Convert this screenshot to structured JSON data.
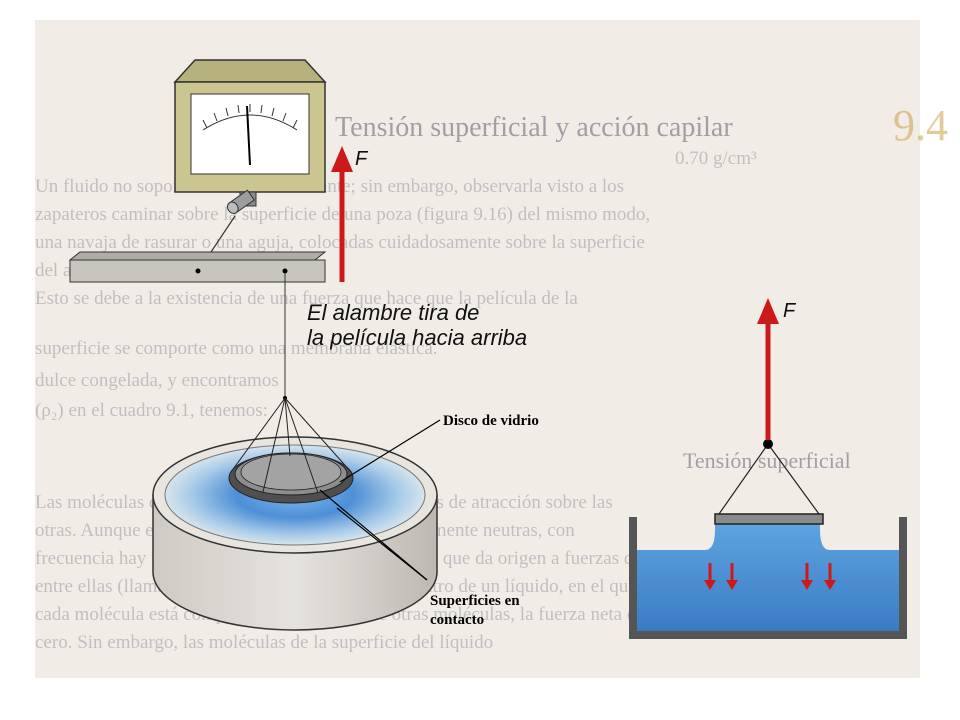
{
  "background_page": {
    "page_number": "9.4",
    "heading": "Tensión superficial y acción capilar",
    "section_heading": "Tensión superficial",
    "lines": [
      "0.70 g/cm³",
      "Un fluido no soporta una tensión cortante; sin embargo, observarla visto a los",
      "zapateros caminar sobre la superficie de una poza (figura 9.16) del mismo modo,",
      "una navaja de rasurar o una aguja, colocadas cuidadosamente sobre la superficie",
      "del agua, flotarán.",
      "Esto se debe a la existencia de una fuerza que hace que la película de la",
      "superficie se comporte como una membrana elástica.",
      "dulce congelada, y encontramos",
      "(ρ₂) en el cuadro 9.1, tenemos:",
      "Las moléculas de un líquido ejercen fuerzas pequeñas de atracción sobre las",
      "otras. Aunque en general las moléculas son eléctricamente neutras, con",
      "frecuencia hay una ligera asimetría de carga eléctrica que da origen a fuerzas de atracción",
      "entre ellas (llamadas fuerzas de van der Waals). Dentro de un líquido, en el que",
      "cada molécula está completamente rodeada de otras moléculas, la fuerza neta es",
      "cero. Sin embargo, las moléculas de la superficie del líquido"
    ]
  },
  "figure": {
    "force_label_left": "F",
    "force_label_right": "F",
    "caption": [
      "El alambre tira de",
      "la película hacia arriba"
    ],
    "callout_glass_disc": "Disco de vidrio",
    "callout_surfaces": [
      "Superficies en",
      "contacto"
    ]
  },
  "colors": {
    "arrow_red": "#cc1a1a",
    "water_blue": "#4d8fd6",
    "gauge_body": "#cbc690",
    "metal_gray": "#9d9d9d"
  }
}
